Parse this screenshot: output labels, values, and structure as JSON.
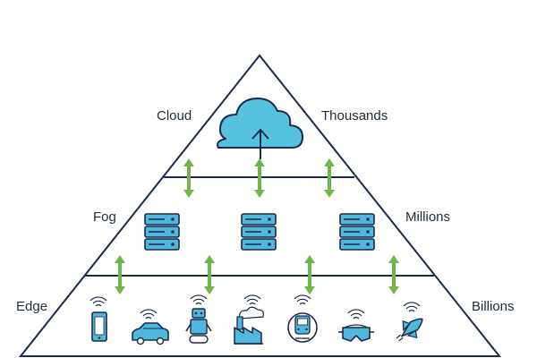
{
  "labels": {
    "left": {
      "cloud": "Cloud",
      "fog": "Fog",
      "edge": "Edge"
    },
    "right": {
      "cloud": "Thousands",
      "fog": "Millions",
      "edge": "Billions"
    }
  },
  "colors": {
    "outline": "#1b2a4a",
    "cloud_fill": "#56c2e0",
    "server_fill": "#4fb8dc",
    "arrow": "#72b34a",
    "text": "#1f2d3d"
  },
  "icons": {
    "cloud": "cloud-upload-icon",
    "fog": [
      "server-rack-icon",
      "server-rack-icon",
      "server-rack-icon"
    ],
    "edge": [
      "smartphone-icon",
      "connected-car-icon",
      "robot-icon",
      "factory-icon",
      "train-icon",
      "vr-headset-icon",
      "space-shuttle-icon"
    ]
  }
}
